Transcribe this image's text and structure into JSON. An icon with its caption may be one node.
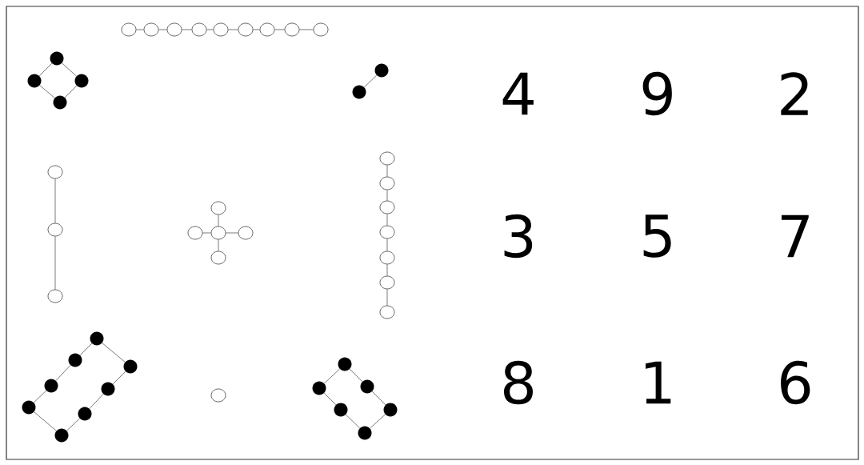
{
  "diagram": {
    "nodes": [
      {
        "text": [],
        "shape": "ellipse"
      },
      {
        "text": [],
        "shape": "ellipse"
      },
      {
        "text": [],
        "shape": "ellipse"
      },
      {
        "text": [],
        "shape": "ellipse"
      },
      {
        "text": [],
        "shape": "ellipse"
      },
      {
        "text": [],
        "shape": "ellipse"
      },
      {
        "text": [],
        "shape": "ellipse"
      },
      {
        "text": [],
        "shape": "ellipse"
      },
      {
        "text": [],
        "shape": "ellipse"
      },
      {
        "text": [],
        "shape": "dot"
      },
      {
        "text": [],
        "shape": "dot"
      },
      {
        "text": [],
        "shape": "dot"
      },
      {
        "text": [],
        "shape": "dot"
      },
      {
        "text": [],
        "shape": "dot"
      },
      {
        "text": [],
        "shape": "dot"
      },
      {
        "text": [],
        "shape": "ellipse"
      },
      {
        "text": [],
        "shape": "ellipse"
      },
      {
        "text": [],
        "shape": "ellipse"
      },
      {
        "text": [],
        "shape": "ellipse"
      },
      {
        "text": [],
        "shape": "ellipse"
      },
      {
        "text": [],
        "shape": "ellipse"
      },
      {
        "text": [],
        "shape": "ellipse"
      },
      {
        "text": [],
        "shape": "ellipse"
      },
      {
        "text": [],
        "shape": "ellipse"
      },
      {
        "text": [],
        "shape": "ellipse"
      },
      {
        "text": [],
        "shape": "ellipse"
      },
      {
        "text": [],
        "shape": "ellipse"
      },
      {
        "text": [],
        "shape": "ellipse"
      },
      {
        "text": [],
        "shape": "ellipse"
      },
      {
        "text": [],
        "shape": "ellipse"
      },
      {
        "text": [],
        "shape": "dot"
      },
      {
        "text": [],
        "shape": "dot"
      },
      {
        "text": [],
        "shape": "dot"
      },
      {
        "text": [],
        "shape": "dot"
      },
      {
        "text": [],
        "shape": "dot"
      },
      {
        "text": [],
        "shape": "dot"
      },
      {
        "text": [],
        "shape": "dot"
      },
      {
        "text": [],
        "shape": "dot"
      },
      {
        "text": [],
        "shape": "ellipse"
      },
      {
        "text": [],
        "shape": "dot"
      },
      {
        "text": [],
        "shape": "dot"
      },
      {
        "text": [],
        "shape": "dot"
      },
      {
        "text": [],
        "shape": "dot"
      },
      {
        "text": [],
        "shape": "dot"
      },
      {
        "text": [],
        "shape": "dot"
      }
    ],
    "edges": [
      {
        "from": 0,
        "to": 1,
        "arrow": "none"
      },
      {
        "from": 1,
        "to": 2,
        "arrow": "none"
      },
      {
        "from": 2,
        "to": 3,
        "arrow": "none"
      },
      {
        "from": 3,
        "to": 4,
        "arrow": "none"
      },
      {
        "from": 4,
        "to": 5,
        "arrow": "none"
      },
      {
        "from": 5,
        "to": 6,
        "arrow": "none"
      },
      {
        "from": 6,
        "to": 7,
        "arrow": "none"
      },
      {
        "from": 7,
        "to": 8,
        "arrow": "none"
      },
      {
        "from": 9,
        "to": 10,
        "arrow": "none"
      },
      {
        "from": 9,
        "to": 11,
        "arrow": "none"
      },
      {
        "from": 10,
        "to": 12,
        "arrow": "none"
      },
      {
        "from": 11,
        "to": 12,
        "arrow": "none"
      },
      {
        "from": 13,
        "to": 14,
        "arrow": "none"
      },
      {
        "from": 15,
        "to": 16,
        "arrow": "none"
      },
      {
        "from": 16,
        "to": 17,
        "arrow": "none"
      },
      {
        "from": 18,
        "to": 19,
        "arrow": "none"
      },
      {
        "from": 20,
        "to": 19,
        "arrow": "none"
      },
      {
        "from": 19,
        "to": 21,
        "arrow": "none"
      },
      {
        "from": 19,
        "to": 22,
        "arrow": "none"
      },
      {
        "from": 23,
        "to": 24,
        "arrow": "none"
      },
      {
        "from": 24,
        "to": 25,
        "arrow": "none"
      },
      {
        "from": 25,
        "to": 26,
        "arrow": "none"
      },
      {
        "from": 26,
        "to": 27,
        "arrow": "none"
      },
      {
        "from": 27,
        "to": 28,
        "arrow": "none"
      },
      {
        "from": 28,
        "to": 29,
        "arrow": "none"
      },
      {
        "from": 30,
        "to": 31,
        "arrow": "none"
      },
      {
        "from": 30,
        "to": 37,
        "arrow": "none"
      },
      {
        "from": 31,
        "to": 32,
        "arrow": "none"
      },
      {
        "from": 32,
        "to": 33,
        "arrow": "none"
      },
      {
        "from": 33,
        "to": 34,
        "arrow": "none"
      },
      {
        "from": 34,
        "to": 35,
        "arrow": "none"
      },
      {
        "from": 35,
        "to": 36,
        "arrow": "none"
      },
      {
        "from": 36,
        "to": 37,
        "arrow": "none"
      },
      {
        "from": 39,
        "to": 40,
        "arrow": "none"
      },
      {
        "from": 39,
        "to": 41,
        "arrow": "none"
      },
      {
        "from": 40,
        "to": 42,
        "arrow": "none"
      },
      {
        "from": 41,
        "to": 43,
        "arrow": "none"
      },
      {
        "from": 42,
        "to": 44,
        "arrow": "none"
      },
      {
        "from": 43,
        "to": 44,
        "arrow": "none"
      }
    ],
    "labels": [
      "4",
      "9",
      "2",
      "3",
      "5",
      "7",
      "8",
      "1",
      "6"
    ]
  }
}
